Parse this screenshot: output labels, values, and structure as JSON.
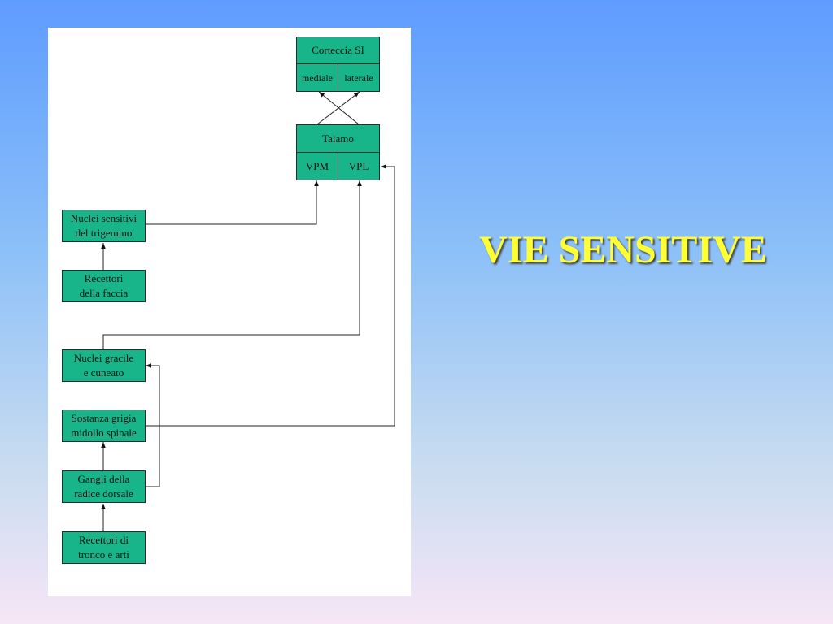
{
  "title": "VIE SENSITIVE",
  "nodes": {
    "corteccia": "Corteccia SI",
    "mediale": "mediale",
    "laterale": "laterale",
    "talamo": "Talamo",
    "vpm": "VPM",
    "vpl": "VPL",
    "nuclei_trigemino": "Nuclei sensitivi\ndel trigemino",
    "recettori_faccia": "Recettori\ndella faccia",
    "nuclei_gracile": "Nuclei gracile\ne cuneato",
    "sostanza_grigia": "Sostanza grigia\nmidollo spinale",
    "gangli": "Gangli della\nradice dorsale",
    "recettori_tronco": "Recettori di\ntronco e arti"
  },
  "colors": {
    "node_fill": "#19b58a",
    "title_text": "#ffff33"
  }
}
